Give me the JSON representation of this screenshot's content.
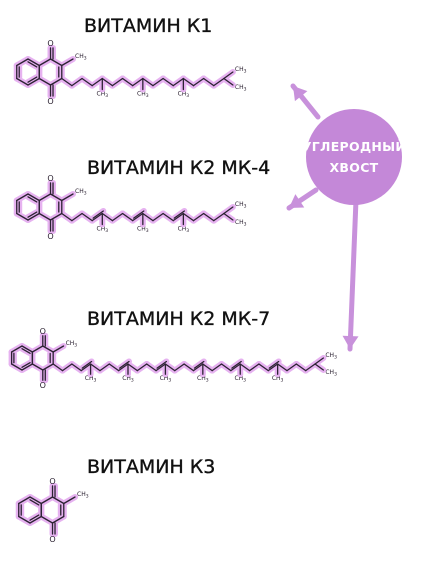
{
  "molecules": [
    {
      "title": "ВИТАМИН К1"
    },
    {
      "title": "ВИТАМИН К2 МК-4"
    },
    {
      "title": "ВИТАМИН К2 МК-7"
    },
    {
      "title": "ВИТАМИН К3"
    }
  ],
  "atom_labels": {
    "oxygen": "O",
    "methyl": "CH3"
  },
  "callout": {
    "line1": "УГЛЕРОДНЫЙ",
    "line2": "ХВОСТ"
  },
  "colors": {
    "glow": "#e6b2f0",
    "bubble": "#c488d8",
    "arrow": "#c891db",
    "bond": "#2c2233"
  }
}
